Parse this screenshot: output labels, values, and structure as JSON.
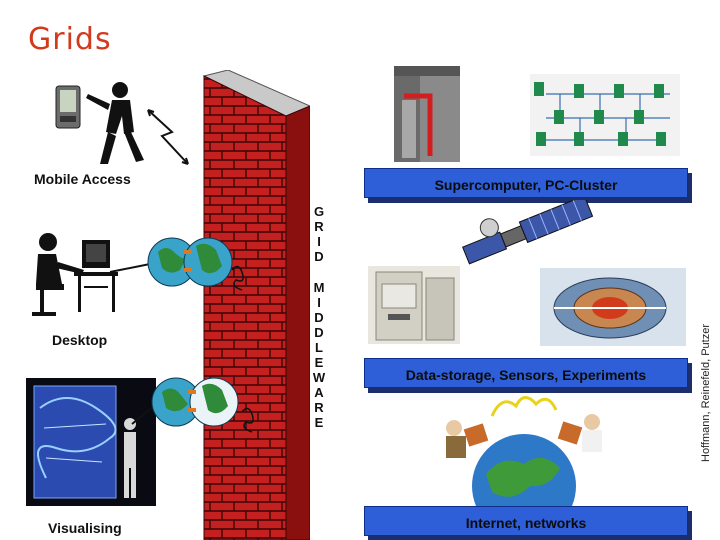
{
  "title": "Grids",
  "left_labels": {
    "mobile": "Mobile Access",
    "desktop": "Desktop",
    "visualising": "Visualising"
  },
  "middleware_letters": [
    "G",
    "R",
    "I",
    "D",
    "M",
    "I",
    "D",
    "D",
    "L",
    "E",
    "W",
    "A",
    "R",
    "E"
  ],
  "banners": {
    "supercomputer": "Supercomputer, PC-Cluster",
    "data": "Data-storage, Sensors, Experiments",
    "internet": "Internet, networks"
  },
  "credit": "Hoffmann, Reinefeld, Putzer",
  "colors": {
    "title": "#d23a1c",
    "banner": "#2e5fd8",
    "brick": "#b51c1c",
    "globe": "#3aa3c9"
  }
}
